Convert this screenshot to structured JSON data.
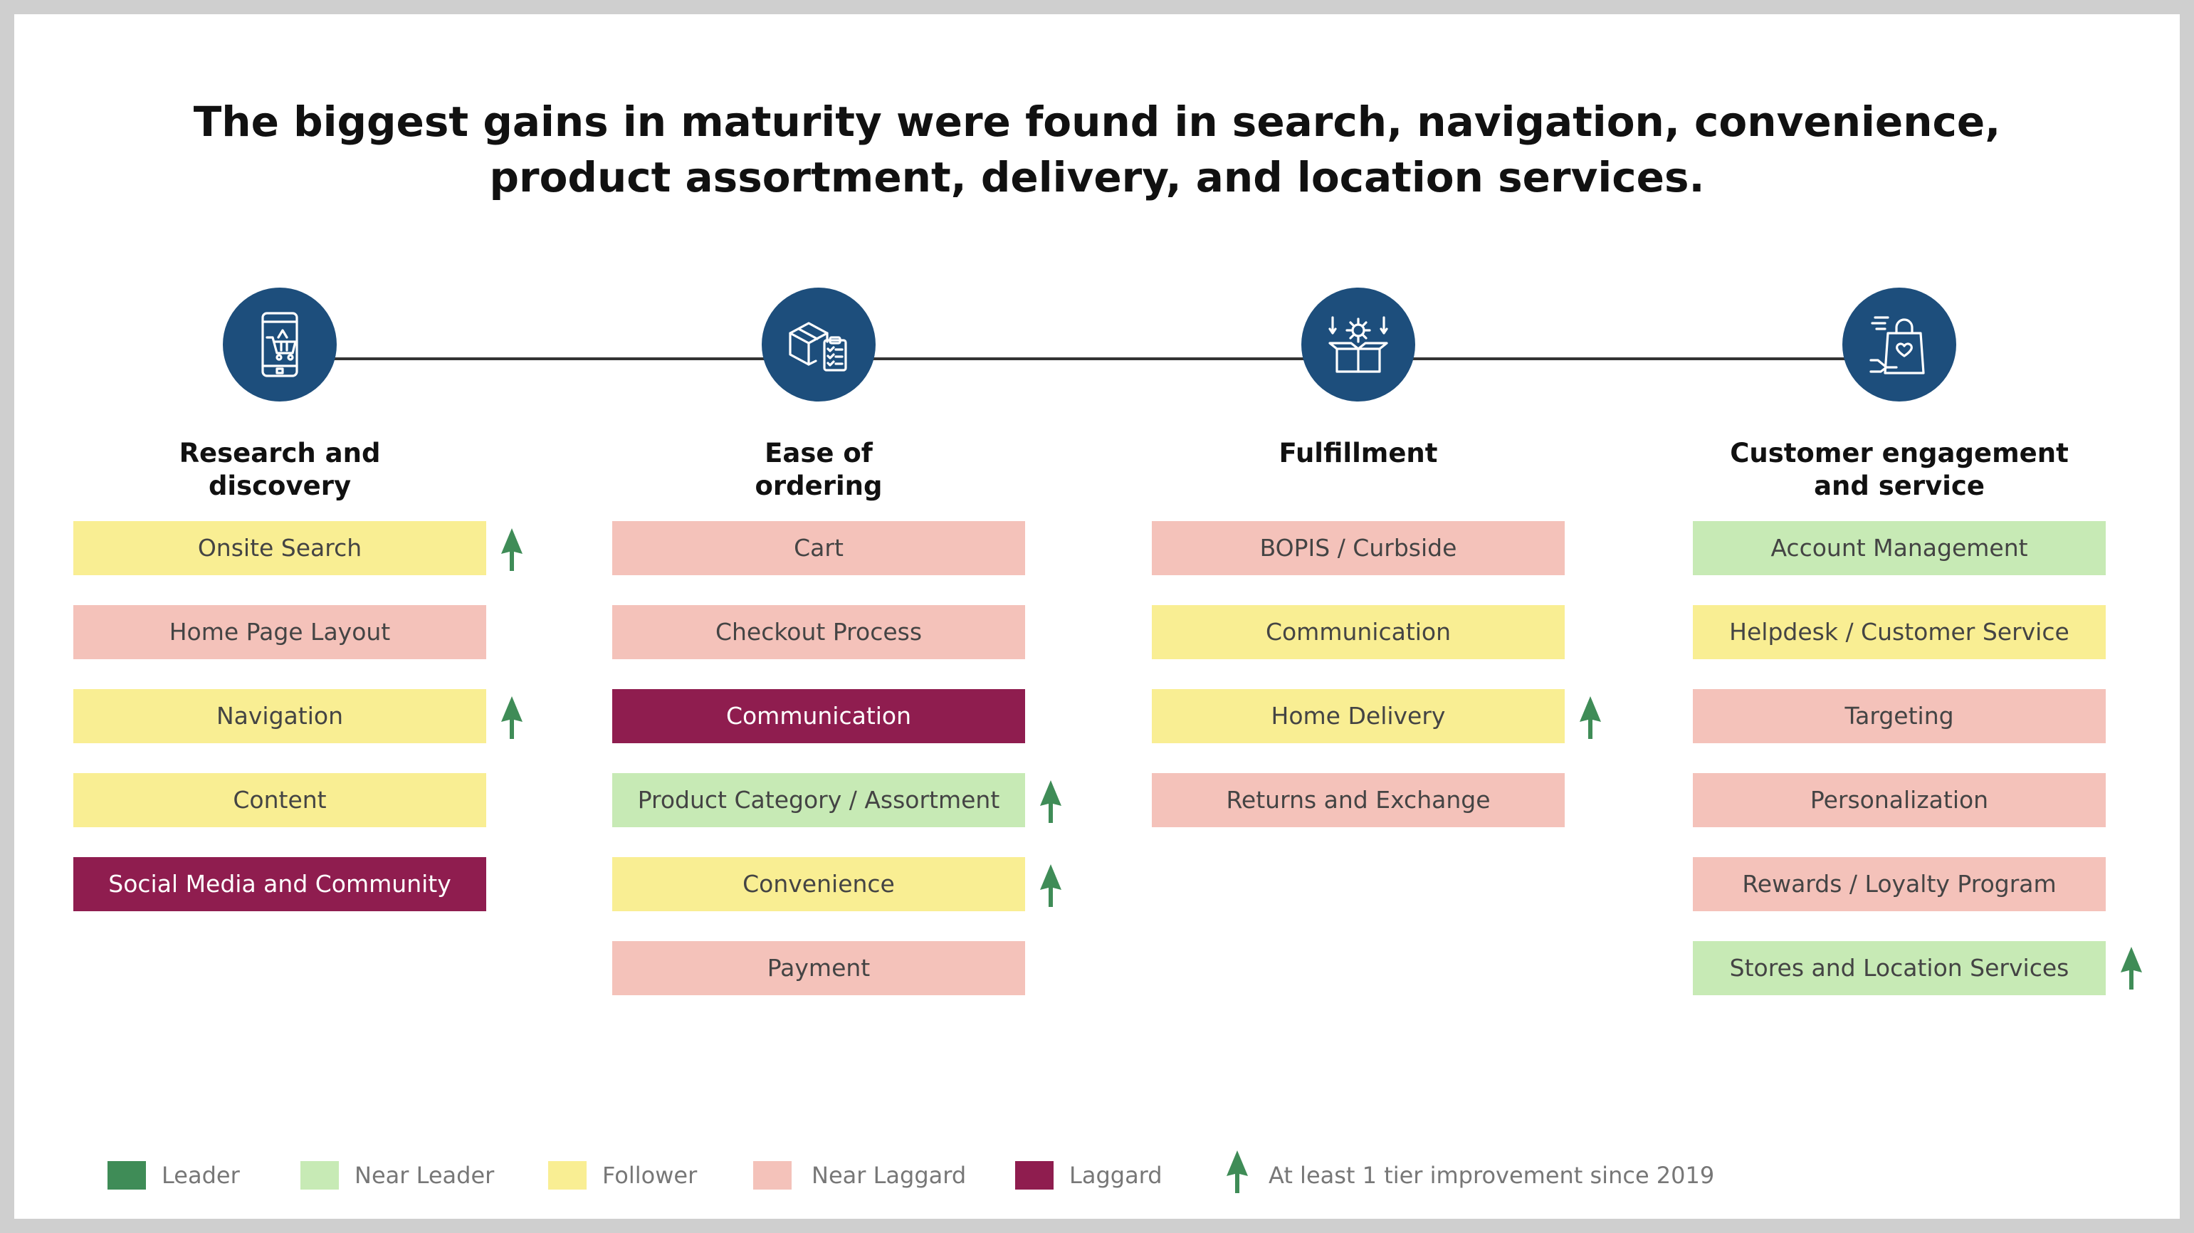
{
  "headline": {
    "line1": "The biggest gains in maturity were found in search, navigation, convenience,",
    "line2": "product assortment, delivery, and location services."
  },
  "colors": {
    "leader": "#3f8c57",
    "near_leader": "#c7eab5",
    "follower": "#f9ee93",
    "near_laggard": "#f4c2ba",
    "laggard": "#8f1d4f",
    "icon_circle": "#1d4e7c",
    "improvement_arrow": "#3f8c57"
  },
  "stages": [
    {
      "title_line1": "Research and",
      "title_line2": "discovery",
      "icon": "smartphone-shopping-cart-icon",
      "capabilities": [
        {
          "label": "Onsite Search",
          "tier": "follower",
          "improved": true
        },
        {
          "label": "Home Page Layout",
          "tier": "near-laggard",
          "improved": false
        },
        {
          "label": "Navigation",
          "tier": "follower",
          "improved": true
        },
        {
          "label": "Content",
          "tier": "follower",
          "improved": false
        },
        {
          "label": "Social Media and Community",
          "tier": "laggard",
          "improved": false
        }
      ]
    },
    {
      "title_line1": "Ease of",
      "title_line2": "ordering",
      "icon": "package-checklist-icon",
      "capabilities": [
        {
          "label": "Cart",
          "tier": "near-laggard",
          "improved": false
        },
        {
          "label": "Checkout Process",
          "tier": "near-laggard",
          "improved": false
        },
        {
          "label": "Communication",
          "tier": "laggard",
          "improved": false
        },
        {
          "label": "Product Category / Assortment",
          "tier": "near-leader",
          "improved": true
        },
        {
          "label": "Convenience",
          "tier": "follower",
          "improved": true
        },
        {
          "label": "Payment",
          "tier": "near-laggard",
          "improved": false
        }
      ]
    },
    {
      "title_line1": "Fulfillment",
      "title_line2": "",
      "icon": "gear-box-icon",
      "capabilities": [
        {
          "label": "BOPIS / Curbside",
          "tier": "near-laggard",
          "improved": false
        },
        {
          "label": "Communication",
          "tier": "follower",
          "improved": false
        },
        {
          "label": "Home Delivery",
          "tier": "follower",
          "improved": true
        },
        {
          "label": "Returns and Exchange",
          "tier": "near-laggard",
          "improved": false
        }
      ]
    },
    {
      "title_line1": "Customer engagement",
      "title_line2": "and service",
      "icon": "shopping-bag-heart-icon",
      "capabilities": [
        {
          "label": "Account Management",
          "tier": "near-leader",
          "improved": false
        },
        {
          "label": "Helpdesk / Customer Service",
          "tier": "follower",
          "improved": false
        },
        {
          "label": "Targeting",
          "tier": "near-laggard",
          "improved": false
        },
        {
          "label": "Personalization",
          "tier": "near-laggard",
          "improved": false
        },
        {
          "label": "Rewards / Loyalty Program",
          "tier": "near-laggard",
          "improved": false
        },
        {
          "label": "Stores and Location Services",
          "tier": "near-leader",
          "improved": true
        }
      ]
    }
  ],
  "legend": {
    "leader": "Leader",
    "near_leader": "Near Leader",
    "follower": "Follower",
    "near_laggard": "Near Laggard",
    "laggard": "Laggard",
    "improvement": "At least 1 tier improvement since 2019"
  }
}
